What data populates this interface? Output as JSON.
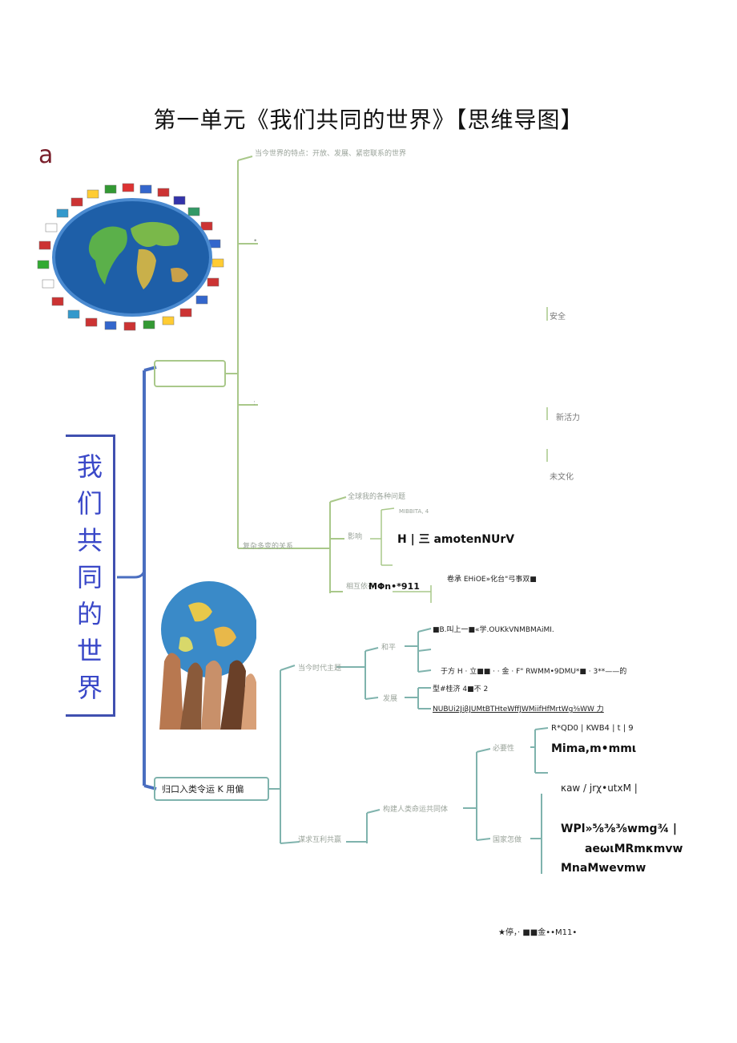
{
  "title": "第一单元《我们共同的世界》【思维导图】",
  "corner_letter": "a",
  "vertical_title": "我们共同的世界",
  "colors": {
    "branch_green": "#a9c88a",
    "branch_teal": "#7fb3ad",
    "spine_blue": "#4a6ec0",
    "title_frame": "#4050b0"
  },
  "upper_tree": {
    "feature_text": "当今世界的特点：开放、发展、紧密联系的世界",
    "side_marks": [
      "安全",
      "新活力",
      "未文化"
    ],
    "relation_node": "复杂多变的关系",
    "influence_label": "影响",
    "influence_value": "H | 三 amotenNUrV",
    "sub_faint": "全球我的各种问题",
    "sub_faint2": "MIBBITA, 4",
    "sub_node_label": "相互依存",
    "sub_node_value": "MΦn•*911",
    "inherit_text": "卷承 EHiOE»化台\"弓事双■"
  },
  "lower_tree": {
    "theme_node": "当今时代主题",
    "peace_label": "和平",
    "peace_line1": "■B.叫上一■«学.OUKkVNMBMAiMI.",
    "peace_line2": "于方 H · 立■■ · · 金 · F\" RWMM•9DMU*■ · 3**——的",
    "dev_label": "发展",
    "dev_line1": "型#桂济 4■不 2",
    "dev_line2": "NUBUi2JiβJUMtBTHteWffJWMiifHfMrtWg⅜WW 力",
    "cooperation_node": "谋求互利共赢",
    "community_node": "构建人类命运共同体",
    "necessity_label": "必要性",
    "necessity_line1": "R*QD0 | KWB4 | t | 9",
    "necessity_line2": "Mima,m•mmι",
    "country_label": "国家怎做",
    "country_line1": "κaw / jrχ•utxM |",
    "country_line2": "WPl»⅝⅜⅜wmg¾ |",
    "country_line3": "aeωιMRmκmvw",
    "country_line4": "MnaMwevmw",
    "left_node": "归口入类令运 K 用偏"
  },
  "footer_note": "★停，· ■■金••M11•"
}
